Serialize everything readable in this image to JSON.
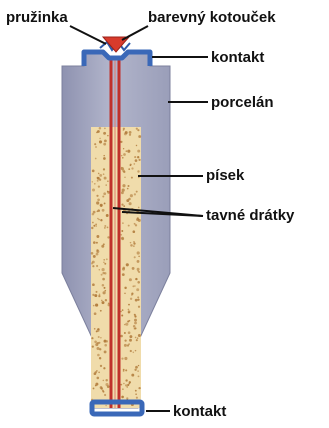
{
  "labels": {
    "spring": "pružinka",
    "indicator": "barevný kotouček",
    "contact_top": "kontakt",
    "porcelain": "porcelán",
    "sand": "písek",
    "fuse_wires": "tavné drátky",
    "contact_bottom": "kontakt"
  },
  "colors": {
    "porcelain_body": "#a9acc4",
    "porcelain_shadow": "#8f93b0",
    "sand": "#f0dcab",
    "sand_dots": "#b07a3a",
    "fuse_wire": "#c0302b",
    "contact_metal": "#3a68b8",
    "indicator": "#d83b2c",
    "leader_line": "#111111"
  }
}
